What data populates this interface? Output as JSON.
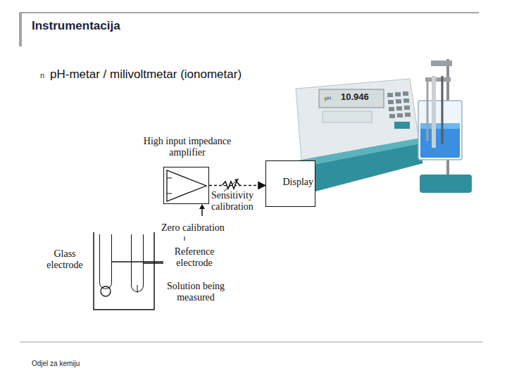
{
  "diagram": {
    "title": "Instrumentacija",
    "nodes": [
      {
        "text": [
          "High input impedance amplifier"
        ]
      },
      {
        "text": [
          "Display"
        ]
      },
      {
        "text": [
          "Glass electrode"
        ]
      },
      {
        "text": [
          "Reference electrode"
        ]
      }
    ],
    "edges": [
      {
        "from": 0,
        "to": 1,
        "arrow": "to"
      },
      {
        "from": 2,
        "to": 0,
        "arrow": "none"
      },
      {
        "from": 3,
        "to": 0,
        "arrow": "none"
      }
    ],
    "labels": [
      "n",
      "pH-metar / milivoltmetar (ionometar)",
      "pH",
      "10.946",
      "Sensitivity calibration",
      "Zero calibration",
      "Solution being measured",
      "Odjel za kemiju"
    ]
  }
}
